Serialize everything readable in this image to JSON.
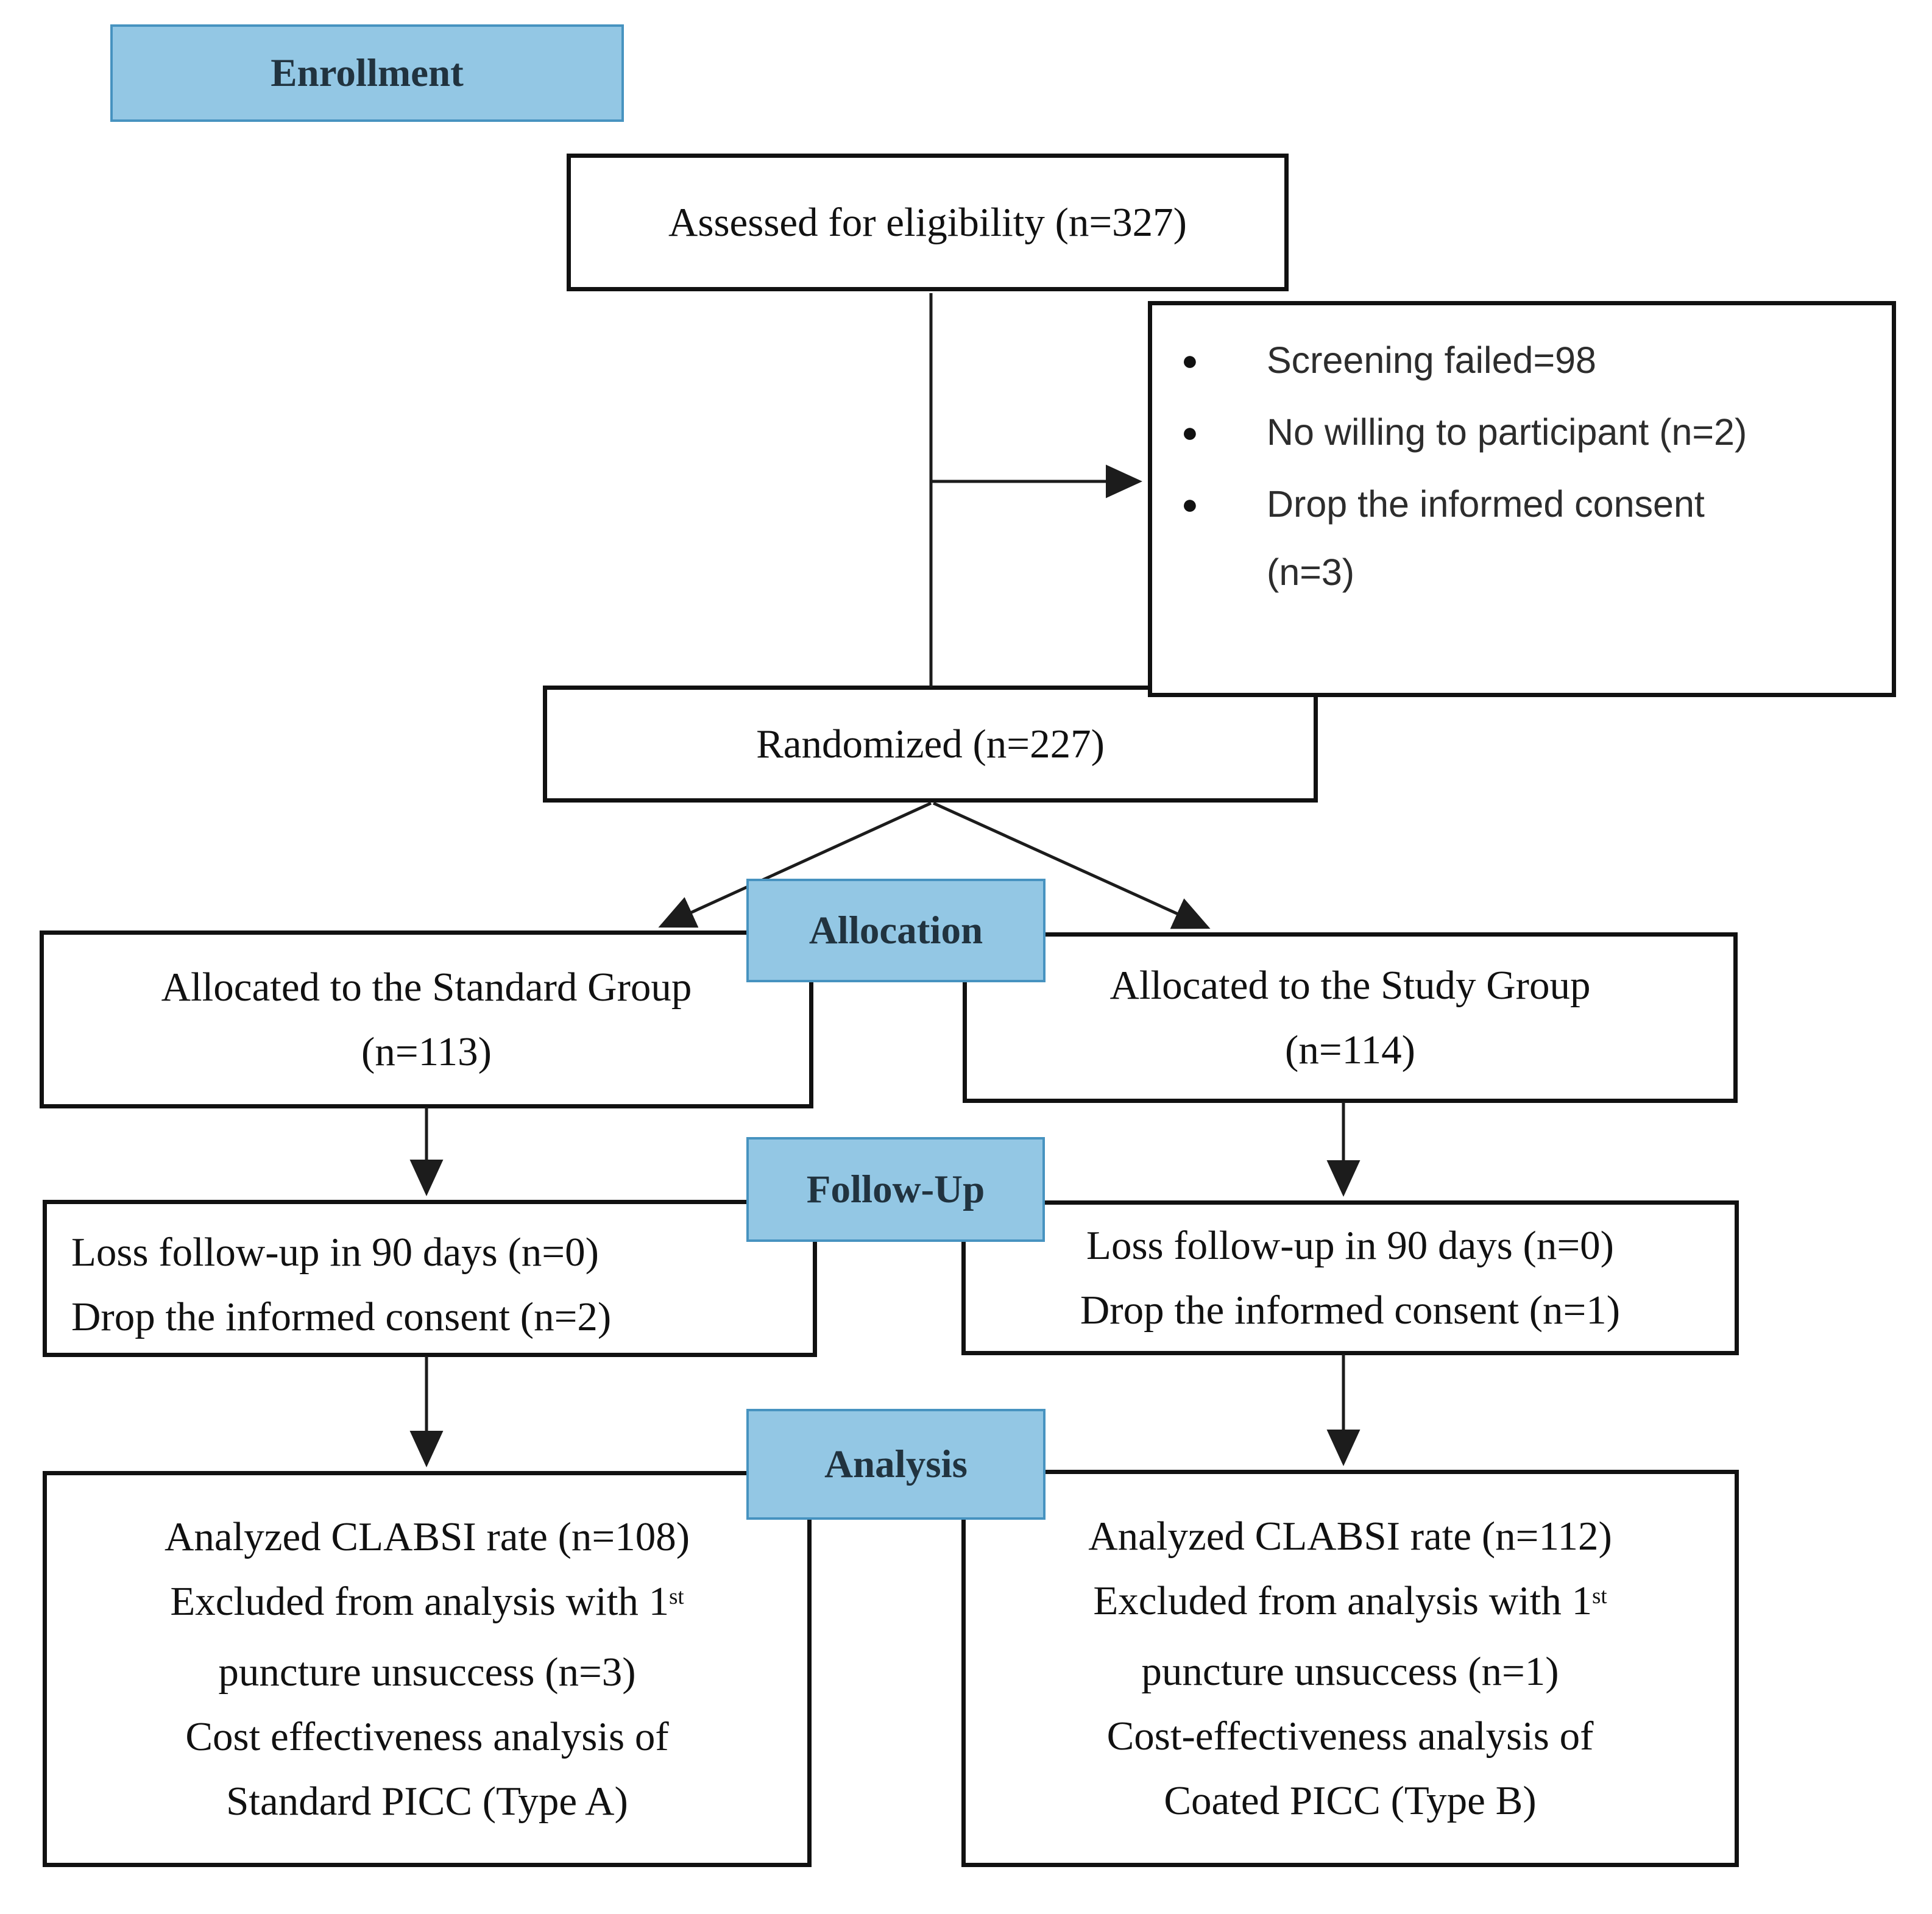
{
  "diagram": {
    "title_semantic": "CONSORT participant flow diagram",
    "stages": {
      "enrollment": "Enrollment",
      "allocation": "Allocation",
      "follow_up": "Follow-Up",
      "analysis": "Analysis"
    },
    "colors": {
      "stage_fill": "#93c7e4",
      "stage_border": "#4793c0",
      "stage_text": "#21333f",
      "box_border": "#111111",
      "box_text": "#111111",
      "line": "#1c1c1c"
    },
    "boxes": {
      "assessed": {
        "text": "Assessed for eligibility (n=327)"
      },
      "exclusions": {
        "bullet_icon": "●",
        "items": [
          "Screening failed=98",
          "No willing to participant (n=2)",
          "Drop the informed consent (n=3)"
        ]
      },
      "randomized": {
        "text": "Randomized (n=227)"
      },
      "alloc_standard": {
        "line1": "Allocated to the Standard Group",
        "line2": "(n=113)"
      },
      "alloc_study": {
        "line1": "Allocated to the Study Group",
        "line2": "(n=114)"
      },
      "followup_standard": {
        "line1": "Loss follow-up in 90 days (n=0)",
        "line2": "Drop the informed consent (n=2)"
      },
      "followup_study": {
        "line1": "Loss follow-up in 90 days (n=0)",
        "line2": "Drop the informed consent (n=1)"
      },
      "analysis_standard": {
        "line1": "Analyzed CLABSI rate (n=108)",
        "line2": "Excluded from analysis with 1",
        "line2_sup": "st",
        "line3": "puncture unsuccess (n=3)",
        "line4": "Cost effectiveness analysis of",
        "line5": "Standard PICC (Type A)"
      },
      "analysis_study": {
        "line1": "Analyzed CLABSI rate (n=112)",
        "line2": "Excluded from analysis with 1",
        "line2_sup": "st",
        "line3": "puncture unsuccess (n=1)",
        "line4": "Cost-effectiveness analysis of",
        "line5": "Coated PICC (Type B)"
      }
    }
  }
}
